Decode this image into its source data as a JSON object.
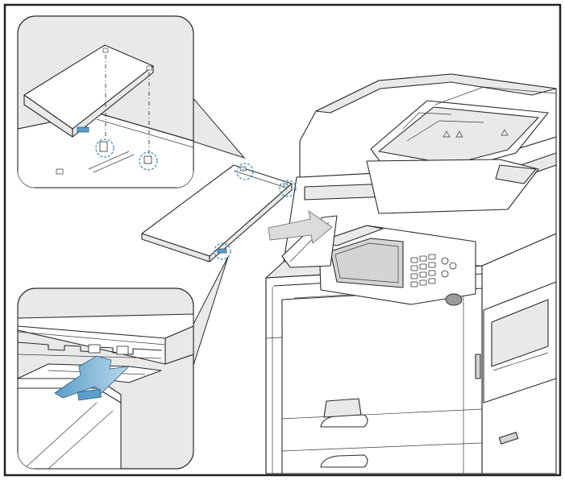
{
  "figure": {
    "subject": "printer-document-cover-installation",
    "icons": [
      "printer",
      "duplex-cover",
      "detail-callout-top",
      "detail-callout-bottom",
      "insert-direction-arrow",
      "guide-pin-markers"
    ],
    "colors": {
      "frame": "#222222",
      "line": "#2b2b2b",
      "callout_bg": "#e9e9e9",
      "arrow_fill": "#dcdcdc",
      "marker_blue": "#5a9ec9",
      "circle_blue": "#3b8fbf"
    }
  }
}
